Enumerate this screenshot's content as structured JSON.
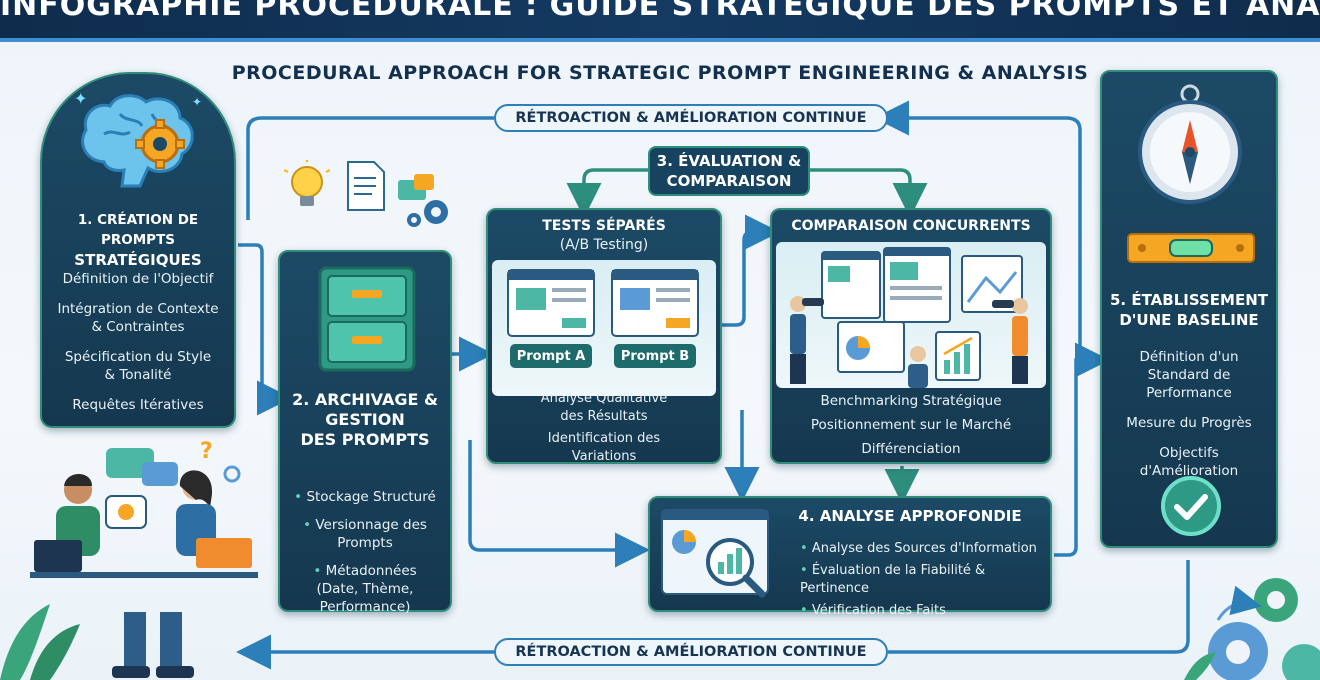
{
  "header": {
    "title": "INFOGRAPHIE PROCÉDURALE : GUIDE STRATÉGIQUE DES PROMPTS ET ANALYSE",
    "subtitle": "PROCEDURAL APPROACH FOR STRATEGIC PROMPT ENGINEERING & ANALYSIS"
  },
  "feedback_top": "RÉTROACTION & AMÉLIORATION CONTINUE",
  "feedback_bottom": "RÉTROACTION & AMÉLIORATION CONTINUE",
  "step1": {
    "title_line1": "1. CRÉATION DE PROMPTS",
    "title_line2": "STRATÉGIQUES",
    "items": [
      "Définition de l'Objectif",
      "Intégration de Contexte",
      "& Contraintes",
      "Spécification du Style",
      "& Tonalité",
      "Requêtes Itératives"
    ]
  },
  "step2": {
    "title_line1": "2. ARCHIVAGE &",
    "title_line2": "GESTION",
    "title_line3": "DES PROMPTS",
    "items": [
      "Stockage Structuré",
      "Versionnage des",
      "Prompts",
      "Métadonnées",
      "(Date, Thème,",
      "Performance)"
    ]
  },
  "step3": {
    "title_line1": "3. ÉVALUATION &",
    "title_line2": "COMPARAISON"
  },
  "ab": {
    "title_line1": "TESTS SÉPARÉS",
    "title_line2": "(A/B Testing)",
    "prompt_a": "Prompt A",
    "prompt_b": "Prompt B",
    "items": [
      "Analyse Qualitative",
      "des Résultats",
      "Identification des",
      "Variations"
    ]
  },
  "competitors": {
    "title": "COMPARAISON CONCURRENTS",
    "items": [
      "Benchmarking Stratégique",
      "Positionnement sur le Marché",
      "Différenciation"
    ]
  },
  "step4": {
    "title": "4. ANALYSE APPROFONDIE",
    "items": [
      "Analyse des Sources d'Information",
      "Évaluation de la Fiabilité & Pertinence",
      "Vérification des Faits"
    ]
  },
  "step5": {
    "title_line1": "5. ÉTABLISSEMENT",
    "title_line2": "D'UNE BASELINE",
    "items": [
      "Définition d'un",
      "Standard de",
      "Performance",
      "Mesure du Progrès",
      "Objectifs",
      "d'Amélioration"
    ]
  },
  "icons": {
    "brain": "brain-gear-icon",
    "bulb": "lightbulb-icon",
    "document": "document-icon",
    "gear": "gear-icon",
    "cabinet": "filing-cabinet-icon",
    "compass": "compass-icon",
    "level": "level-tool-icon",
    "check": "check-circle-icon",
    "magnifier": "magnifier-chart-icon",
    "question": "question-mark-icon"
  },
  "colors": {
    "panel": "#1c4a66",
    "accent": "#2f8d7a",
    "arrow": "#2c7fb8",
    "header": "#0f2c4c"
  }
}
